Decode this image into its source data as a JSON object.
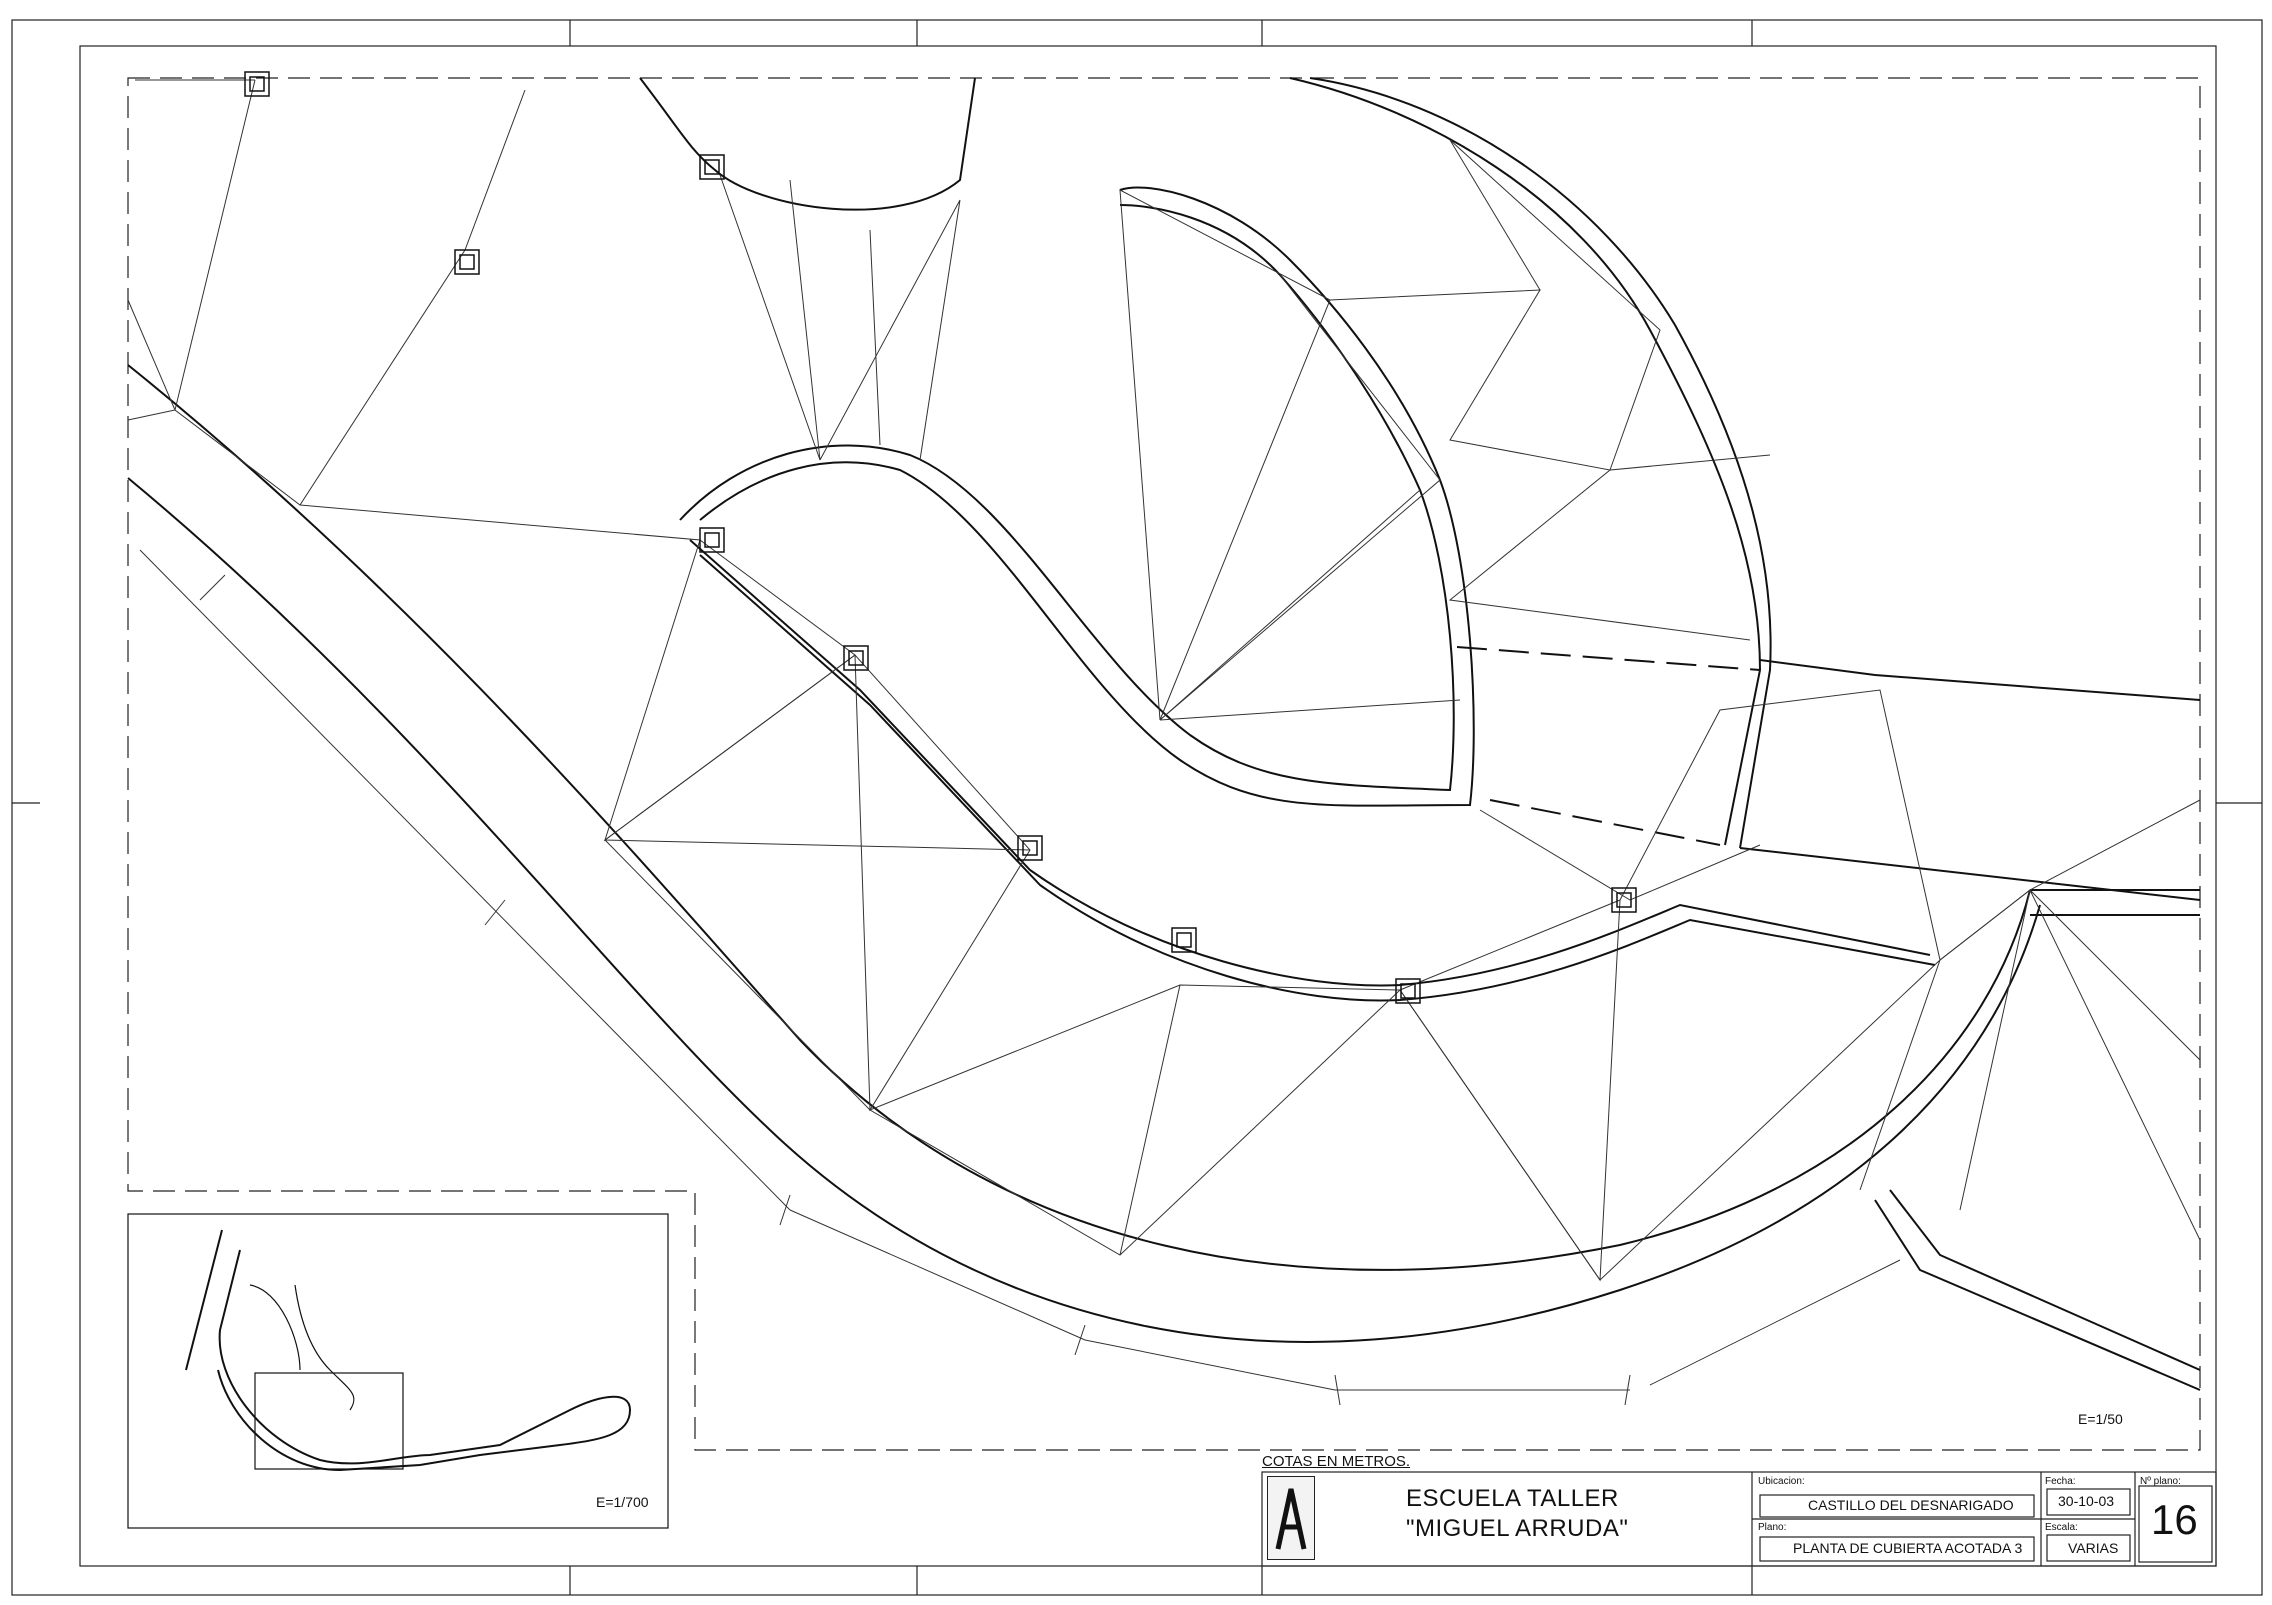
{
  "title_block": {
    "school_line1": "ESCUELA TALLER",
    "school_line2": "\"MIGUEL ARRUDA\"",
    "ubicacion_label": "Ubicacion:",
    "ubicacion_value": "CASTILLO DEL DESNARIGADO",
    "plano_label": "Plano:",
    "plano_value": "PLANTA DE CUBIERTA ACOTADA 3",
    "fecha_label": "Fecha:",
    "fecha_value": "30-10-03",
    "escala_label": "Escala:",
    "escala_value": "VARIAS",
    "num_label": "Nº plano:",
    "num_value": "16"
  },
  "notes": {
    "cotas": "COTAS EN METROS.",
    "scale_main": "E=1/50",
    "scale_inset": "E=1/700"
  }
}
